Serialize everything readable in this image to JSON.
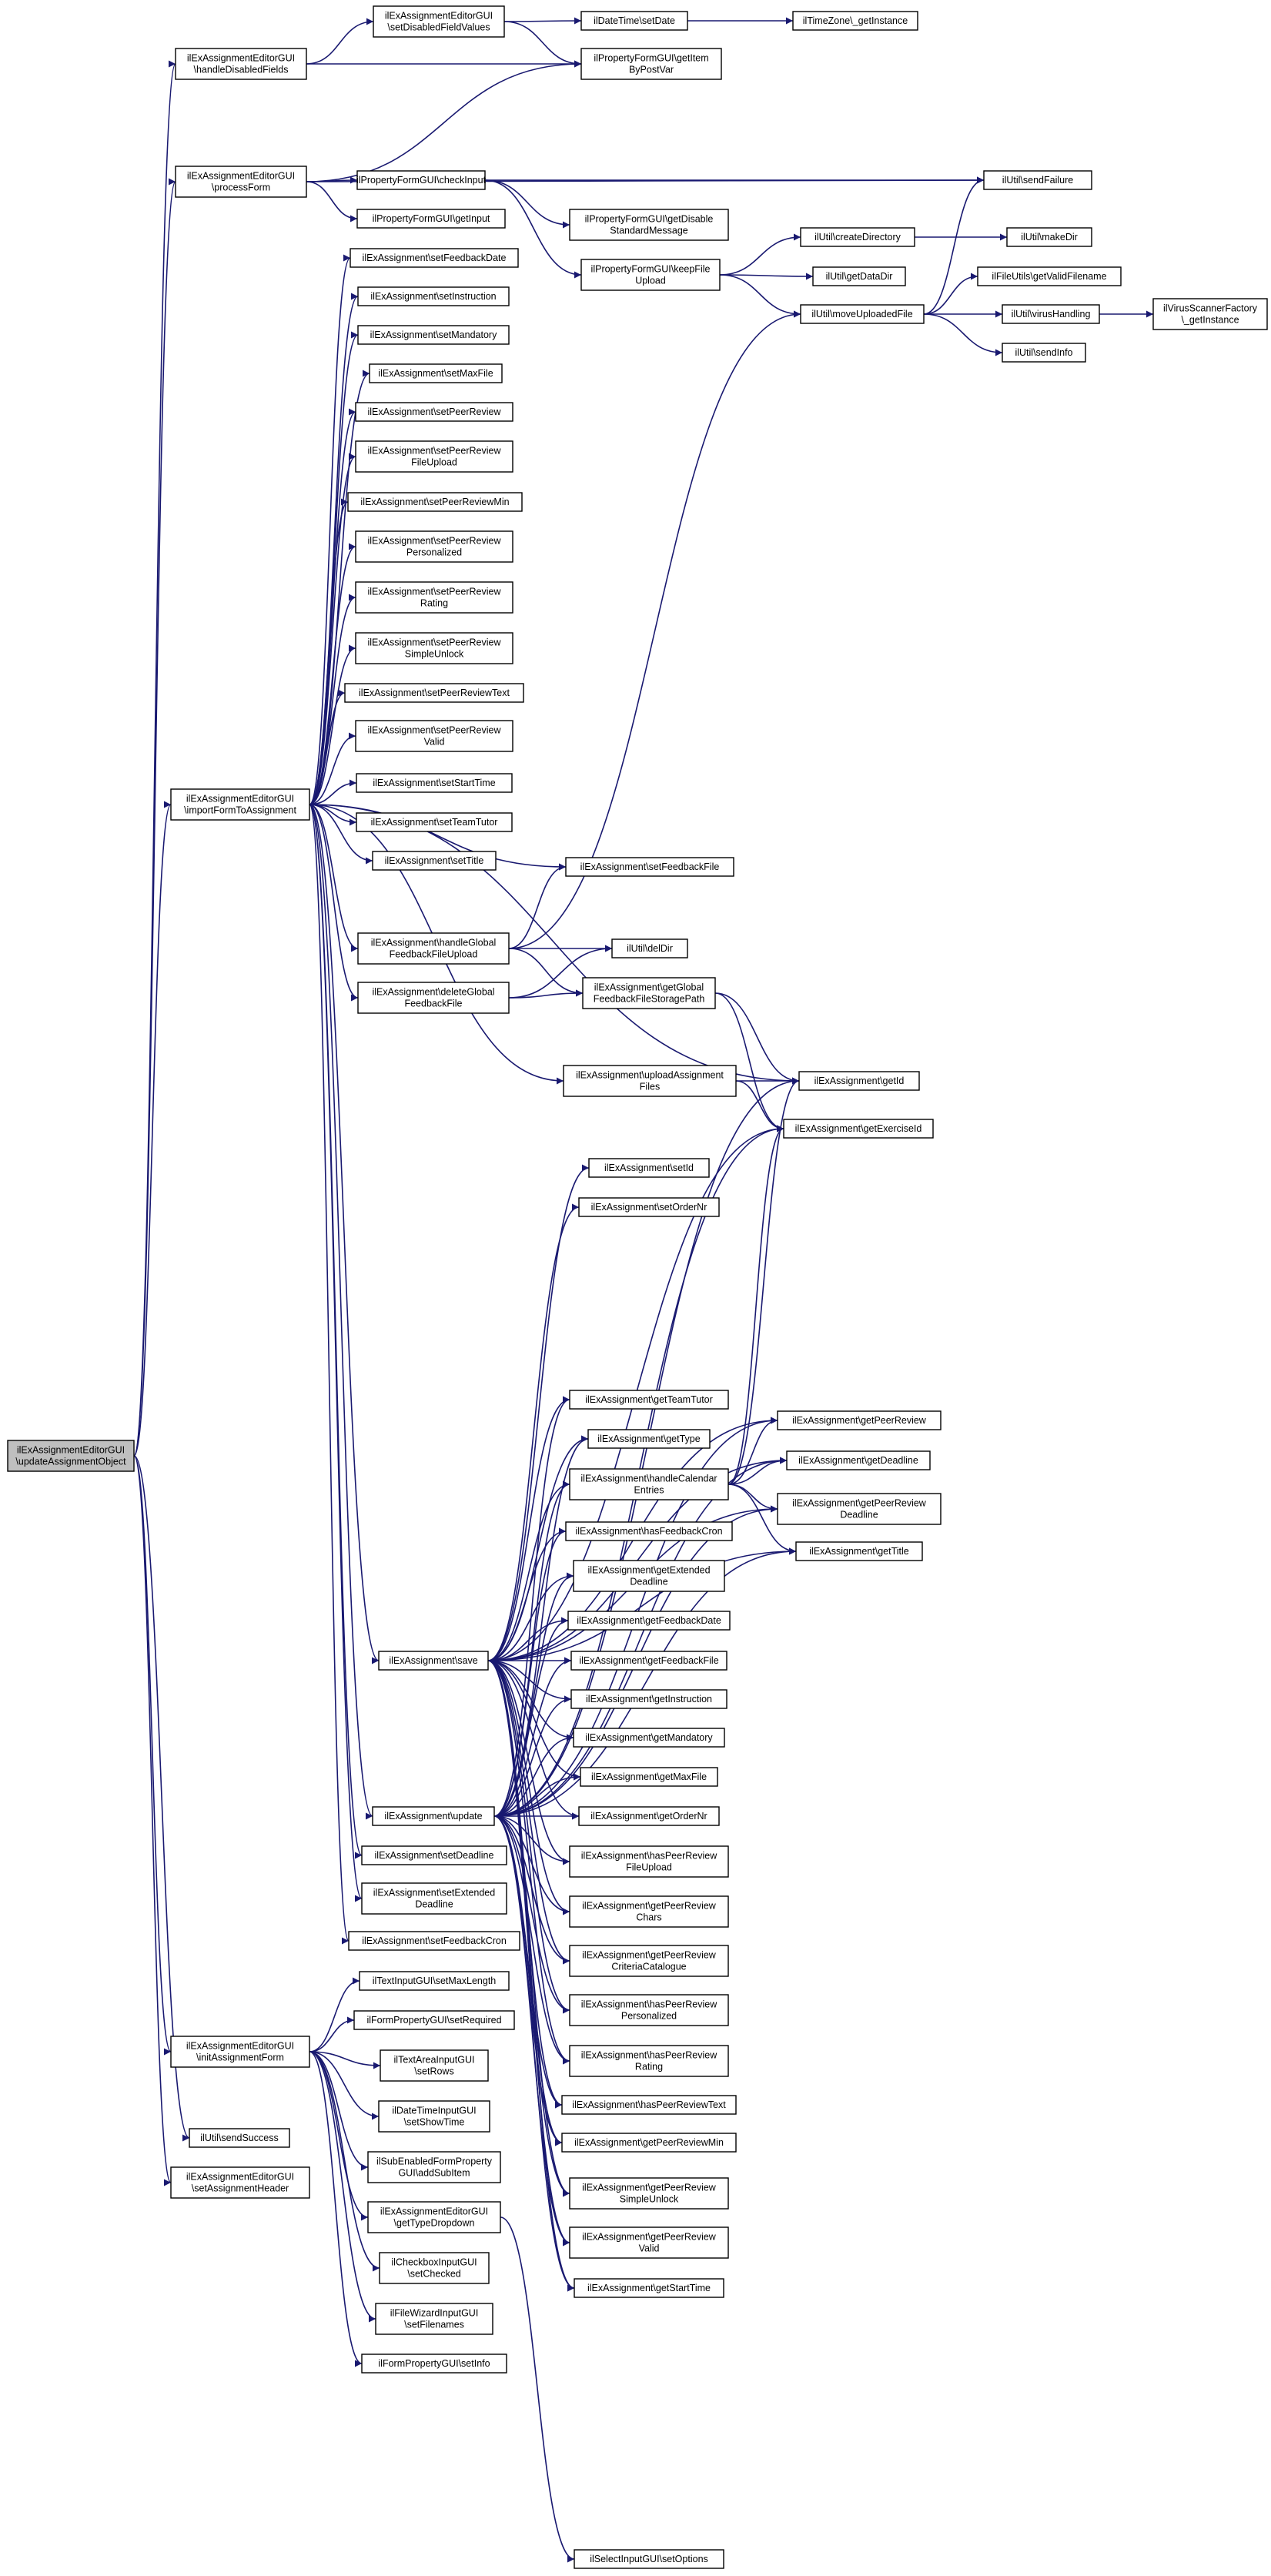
{
  "graph": {
    "title": "",
    "root": "n0",
    "colors": {
      "edge": "#191970",
      "node_border": "#000000",
      "node_fill": "#ffffff",
      "root_fill": "#bfbfbf"
    },
    "nodes": [
      {
        "id": "n0",
        "lines": [
          "ilExAssignmentEditorGUI",
          "\\updateAssignmentObject"
        ]
      },
      {
        "id": "n1",
        "lines": [
          "ilExAssignmentEditorGUI",
          "\\handleDisabledFields"
        ]
      },
      {
        "id": "n2",
        "lines": [
          "ilExAssignmentEditorGUI",
          "\\setDisabledFieldValues"
        ]
      },
      {
        "id": "n3",
        "lines": [
          "ilDateTime\\setDate"
        ]
      },
      {
        "id": "n4",
        "lines": [
          "ilTimeZone\\_getInstance"
        ]
      },
      {
        "id": "n5",
        "lines": [
          "ilPropertyFormGUI\\getItem",
          "ByPostVar"
        ]
      },
      {
        "id": "n6",
        "lines": [
          "ilExAssignmentEditorGUI",
          "\\processForm"
        ]
      },
      {
        "id": "n7",
        "lines": [
          "ilPropertyFormGUI\\checkInput"
        ]
      },
      {
        "id": "n8",
        "lines": [
          "ilUtil\\sendFailure"
        ]
      },
      {
        "id": "n9",
        "lines": [
          "ilPropertyFormGUI\\getInput"
        ]
      },
      {
        "id": "n10",
        "lines": [
          "ilPropertyFormGUI\\getDisable",
          "StandardMessage"
        ]
      },
      {
        "id": "n11",
        "lines": [
          "ilPropertyFormGUI\\keepFile",
          "Upload"
        ]
      },
      {
        "id": "n12",
        "lines": [
          "ilUtil\\createDirectory"
        ]
      },
      {
        "id": "n13",
        "lines": [
          "ilUtil\\makeDir"
        ]
      },
      {
        "id": "n14",
        "lines": [
          "ilUtil\\getDataDir"
        ]
      },
      {
        "id": "n15",
        "lines": [
          "ilFileUtils\\getValidFilename"
        ]
      },
      {
        "id": "n16",
        "lines": [
          "ilUtil\\moveUploadedFile"
        ]
      },
      {
        "id": "n17",
        "lines": [
          "ilUtil\\virusHandling"
        ]
      },
      {
        "id": "n18",
        "lines": [
          "ilVirusScannerFactory",
          "\\_getInstance"
        ]
      },
      {
        "id": "n19",
        "lines": [
          "ilUtil\\sendInfo"
        ]
      },
      {
        "id": "n20",
        "lines": [
          "ilExAssignment\\setFeedbackDate"
        ]
      },
      {
        "id": "n21",
        "lines": [
          "ilExAssignment\\setInstruction"
        ]
      },
      {
        "id": "n22",
        "lines": [
          "ilExAssignment\\setMandatory"
        ]
      },
      {
        "id": "n23",
        "lines": [
          "ilExAssignment\\setMaxFile"
        ]
      },
      {
        "id": "n24",
        "lines": [
          "ilExAssignment\\setPeerReview"
        ]
      },
      {
        "id": "n25",
        "lines": [
          "ilExAssignment\\setPeerReview",
          "FileUpload"
        ]
      },
      {
        "id": "n26",
        "lines": [
          "ilExAssignment\\setPeerReviewMin"
        ]
      },
      {
        "id": "n27",
        "lines": [
          "ilExAssignment\\setPeerReview",
          "Personalized"
        ]
      },
      {
        "id": "n28",
        "lines": [
          "ilExAssignment\\setPeerReview",
          "Rating"
        ]
      },
      {
        "id": "n29",
        "lines": [
          "ilExAssignment\\setPeerReview",
          "SimpleUnlock"
        ]
      },
      {
        "id": "n30",
        "lines": [
          "ilExAssignment\\setPeerReviewText"
        ]
      },
      {
        "id": "n31",
        "lines": [
          "ilExAssignment\\setPeerReview",
          "Valid"
        ]
      },
      {
        "id": "n32",
        "lines": [
          "ilExAssignment\\setStartTime"
        ]
      },
      {
        "id": "n33",
        "lines": [
          "ilExAssignmentEditorGUI",
          "\\importFormToAssignment"
        ]
      },
      {
        "id": "n34",
        "lines": [
          "ilExAssignment\\setTeamTutor"
        ]
      },
      {
        "id": "n35",
        "lines": [
          "ilExAssignment\\setTitle"
        ]
      },
      {
        "id": "n36",
        "lines": [
          "ilExAssignment\\setFeedbackFile"
        ]
      },
      {
        "id": "n37",
        "lines": [
          "ilExAssignment\\handleGlobal",
          "FeedbackFileUpload"
        ]
      },
      {
        "id": "n38",
        "lines": [
          "ilUtil\\delDir"
        ]
      },
      {
        "id": "n39",
        "lines": [
          "ilExAssignment\\deleteGlobal",
          "FeedbackFile"
        ]
      },
      {
        "id": "n40",
        "lines": [
          "ilExAssignment\\getGlobal",
          "FeedbackFileStoragePath"
        ]
      },
      {
        "id": "n41",
        "lines": [
          "ilExAssignment\\getId"
        ]
      },
      {
        "id": "n42",
        "lines": [
          "ilExAssignment\\uploadAssignment",
          "Files"
        ]
      },
      {
        "id": "n43",
        "lines": [
          "ilExAssignment\\getExerciseId"
        ]
      },
      {
        "id": "n44",
        "lines": [
          "ilExAssignment\\setId"
        ]
      },
      {
        "id": "n45",
        "lines": [
          "ilExAssignment\\setOrderNr"
        ]
      },
      {
        "id": "n46",
        "lines": [
          "ilExAssignment\\getTeamTutor"
        ]
      },
      {
        "id": "n47",
        "lines": [
          "ilExAssignment\\getPeerReview"
        ]
      },
      {
        "id": "n48",
        "lines": [
          "ilExAssignment\\getType"
        ]
      },
      {
        "id": "n49",
        "lines": [
          "ilExAssignment\\getDeadline"
        ]
      },
      {
        "id": "n50",
        "lines": [
          "ilExAssignment\\handleCalendar",
          "Entries"
        ]
      },
      {
        "id": "n51",
        "lines": [
          "ilExAssignment\\getPeerReview",
          "Deadline"
        ]
      },
      {
        "id": "n52",
        "lines": [
          "ilExAssignment\\hasFeedbackCron"
        ]
      },
      {
        "id": "n53",
        "lines": [
          "ilExAssignment\\getTitle"
        ]
      },
      {
        "id": "n54",
        "lines": [
          "ilExAssignment\\getExtended",
          "Deadline"
        ]
      },
      {
        "id": "n55",
        "lines": [
          "ilExAssignment\\getFeedbackDate"
        ]
      },
      {
        "id": "n56",
        "lines": [
          "ilExAssignment\\save"
        ]
      },
      {
        "id": "n57",
        "lines": [
          "ilExAssignment\\getFeedbackFile"
        ]
      },
      {
        "id": "n58",
        "lines": [
          "ilExAssignment\\getInstruction"
        ]
      },
      {
        "id": "n59",
        "lines": [
          "ilExAssignment\\getMandatory"
        ]
      },
      {
        "id": "n60",
        "lines": [
          "ilExAssignment\\getMaxFile"
        ]
      },
      {
        "id": "n61",
        "lines": [
          "ilExAssignment\\update"
        ]
      },
      {
        "id": "n62",
        "lines": [
          "ilExAssignment\\getOrderNr"
        ]
      },
      {
        "id": "n63",
        "lines": [
          "ilExAssignment\\setDeadline"
        ]
      },
      {
        "id": "n64",
        "lines": [
          "ilExAssignment\\hasPeerReview",
          "FileUpload"
        ]
      },
      {
        "id": "n65",
        "lines": [
          "ilExAssignment\\setExtended",
          "Deadline"
        ]
      },
      {
        "id": "n66",
        "lines": [
          "ilExAssignment\\getPeerReview",
          "Chars"
        ]
      },
      {
        "id": "n67",
        "lines": [
          "ilExAssignment\\setFeedbackCron"
        ]
      },
      {
        "id": "n68",
        "lines": [
          "ilExAssignment\\getPeerReview",
          "CriteriaCatalogue"
        ]
      },
      {
        "id": "n69",
        "lines": [
          "ilTextInputGUI\\setMaxLength"
        ]
      },
      {
        "id": "n70",
        "lines": [
          "ilFormPropertyGUI\\setRequired"
        ]
      },
      {
        "id": "n71",
        "lines": [
          "ilExAssignment\\hasPeerReview",
          "Personalized"
        ]
      },
      {
        "id": "n72",
        "lines": [
          "ilTextAreaInputGUI",
          "\\setRows"
        ]
      },
      {
        "id": "n73",
        "lines": [
          "ilExAssignmentEditorGUI",
          "\\initAssignmentForm"
        ]
      },
      {
        "id": "n74",
        "lines": [
          "ilExAssignment\\hasPeerReview",
          "Rating"
        ]
      },
      {
        "id": "n75",
        "lines": [
          "ilDateTimeInputGUI",
          "\\setShowTime"
        ]
      },
      {
        "id": "n76",
        "lines": [
          "ilUtil\\sendSuccess"
        ]
      },
      {
        "id": "n77",
        "lines": [
          "ilExAssignmentEditorGUI",
          "\\setAssignmentHeader"
        ]
      },
      {
        "id": "n78",
        "lines": [
          "ilExAssignment\\hasPeerReviewText"
        ]
      },
      {
        "id": "n79",
        "lines": [
          "ilSubEnabledFormProperty",
          "GUI\\addSubItem"
        ]
      },
      {
        "id": "n80",
        "lines": [
          "ilExAssignment\\getPeerReviewMin"
        ]
      },
      {
        "id": "n81",
        "lines": [
          "ilExAssignmentEditorGUI",
          "\\getTypeDropdown"
        ]
      },
      {
        "id": "n82",
        "lines": [
          "ilExAssignment\\getPeerReview",
          "SimpleUnlock"
        ]
      },
      {
        "id": "n83",
        "lines": [
          "ilCheckboxInputGUI",
          "\\setChecked"
        ]
      },
      {
        "id": "n84",
        "lines": [
          "ilExAssignment\\getPeerReview",
          "Valid"
        ]
      },
      {
        "id": "n85",
        "lines": [
          "ilFileWizardInputGUI",
          "\\setFilenames"
        ]
      },
      {
        "id": "n86",
        "lines": [
          "ilExAssignment\\getStartTime"
        ]
      },
      {
        "id": "n87",
        "lines": [
          "ilFormPropertyGUI\\setInfo"
        ]
      },
      {
        "id": "n88",
        "lines": [
          "ilSelectInputGUI\\setOptions"
        ]
      }
    ],
    "edges": [
      [
        "n0",
        "n1"
      ],
      [
        "n0",
        "n6"
      ],
      [
        "n0",
        "n33"
      ],
      [
        "n0",
        "n73"
      ],
      [
        "n0",
        "n76"
      ],
      [
        "n0",
        "n77"
      ],
      [
        "n1",
        "n2"
      ],
      [
        "n1",
        "n5"
      ],
      [
        "n2",
        "n3"
      ],
      [
        "n2",
        "n5"
      ],
      [
        "n3",
        "n4"
      ],
      [
        "n6",
        "n5"
      ],
      [
        "n6",
        "n7"
      ],
      [
        "n6",
        "n8"
      ],
      [
        "n6",
        "n9"
      ],
      [
        "n7",
        "n10"
      ],
      [
        "n7",
        "n11"
      ],
      [
        "n7",
        "n8"
      ],
      [
        "n11",
        "n12"
      ],
      [
        "n11",
        "n14"
      ],
      [
        "n11",
        "n16"
      ],
      [
        "n12",
        "n13"
      ],
      [
        "n16",
        "n8"
      ],
      [
        "n16",
        "n15"
      ],
      [
        "n16",
        "n17"
      ],
      [
        "n16",
        "n19"
      ],
      [
        "n17",
        "n18"
      ],
      [
        "n33",
        "n20"
      ],
      [
        "n33",
        "n21"
      ],
      [
        "n33",
        "n22"
      ],
      [
        "n33",
        "n23"
      ],
      [
        "n33",
        "n24"
      ],
      [
        "n33",
        "n25"
      ],
      [
        "n33",
        "n26"
      ],
      [
        "n33",
        "n27"
      ],
      [
        "n33",
        "n28"
      ],
      [
        "n33",
        "n29"
      ],
      [
        "n33",
        "n30"
      ],
      [
        "n33",
        "n31"
      ],
      [
        "n33",
        "n32"
      ],
      [
        "n33",
        "n34"
      ],
      [
        "n33",
        "n35"
      ],
      [
        "n33",
        "n36"
      ],
      [
        "n33",
        "n37"
      ],
      [
        "n33",
        "n39"
      ],
      [
        "n33",
        "n41"
      ],
      [
        "n33",
        "n42"
      ],
      [
        "n33",
        "n56"
      ],
      [
        "n33",
        "n61"
      ],
      [
        "n33",
        "n63"
      ],
      [
        "n33",
        "n65"
      ],
      [
        "n33",
        "n67"
      ],
      [
        "n37",
        "n36"
      ],
      [
        "n37",
        "n38"
      ],
      [
        "n37",
        "n40"
      ],
      [
        "n37",
        "n16"
      ],
      [
        "n39",
        "n38"
      ],
      [
        "n39",
        "n40"
      ],
      [
        "n40",
        "n41"
      ],
      [
        "n40",
        "n43"
      ],
      [
        "n42",
        "n41"
      ],
      [
        "n42",
        "n43"
      ],
      [
        "n50",
        "n41"
      ],
      [
        "n50",
        "n43"
      ],
      [
        "n50",
        "n47"
      ],
      [
        "n50",
        "n49"
      ],
      [
        "n50",
        "n51"
      ],
      [
        "n50",
        "n53"
      ],
      [
        "n56",
        "n44"
      ],
      [
        "n56",
        "n45"
      ],
      [
        "n56",
        "n46"
      ],
      [
        "n56",
        "n47"
      ],
      [
        "n56",
        "n48"
      ],
      [
        "n56",
        "n49"
      ],
      [
        "n56",
        "n50"
      ],
      [
        "n56",
        "n51"
      ],
      [
        "n56",
        "n52"
      ],
      [
        "n56",
        "n53"
      ],
      [
        "n56",
        "n54"
      ],
      [
        "n56",
        "n55"
      ],
      [
        "n56",
        "n57"
      ],
      [
        "n56",
        "n58"
      ],
      [
        "n56",
        "n59"
      ],
      [
        "n56",
        "n60"
      ],
      [
        "n56",
        "n62"
      ],
      [
        "n56",
        "n64"
      ],
      [
        "n56",
        "n66"
      ],
      [
        "n56",
        "n68"
      ],
      [
        "n56",
        "n71"
      ],
      [
        "n56",
        "n74"
      ],
      [
        "n56",
        "n78"
      ],
      [
        "n56",
        "n80"
      ],
      [
        "n56",
        "n82"
      ],
      [
        "n56",
        "n84"
      ],
      [
        "n56",
        "n86"
      ],
      [
        "n56",
        "n43"
      ],
      [
        "n61",
        "n41"
      ],
      [
        "n61",
        "n43"
      ],
      [
        "n61",
        "n46"
      ],
      [
        "n61",
        "n47"
      ],
      [
        "n61",
        "n48"
      ],
      [
        "n61",
        "n49"
      ],
      [
        "n61",
        "n50"
      ],
      [
        "n61",
        "n51"
      ],
      [
        "n61",
        "n52"
      ],
      [
        "n61",
        "n53"
      ],
      [
        "n61",
        "n54"
      ],
      [
        "n61",
        "n55"
      ],
      [
        "n61",
        "n57"
      ],
      [
        "n61",
        "n58"
      ],
      [
        "n61",
        "n59"
      ],
      [
        "n61",
        "n60"
      ],
      [
        "n61",
        "n62"
      ],
      [
        "n61",
        "n64"
      ],
      [
        "n61",
        "n66"
      ],
      [
        "n61",
        "n68"
      ],
      [
        "n61",
        "n71"
      ],
      [
        "n61",
        "n74"
      ],
      [
        "n61",
        "n78"
      ],
      [
        "n61",
        "n80"
      ],
      [
        "n61",
        "n82"
      ],
      [
        "n61",
        "n84"
      ],
      [
        "n61",
        "n86"
      ],
      [
        "n73",
        "n69"
      ],
      [
        "n73",
        "n70"
      ],
      [
        "n73",
        "n72"
      ],
      [
        "n73",
        "n75"
      ],
      [
        "n73",
        "n79"
      ],
      [
        "n73",
        "n81"
      ],
      [
        "n73",
        "n83"
      ],
      [
        "n73",
        "n85"
      ],
      [
        "n73",
        "n87"
      ],
      [
        "n81",
        "n88"
      ]
    ]
  }
}
